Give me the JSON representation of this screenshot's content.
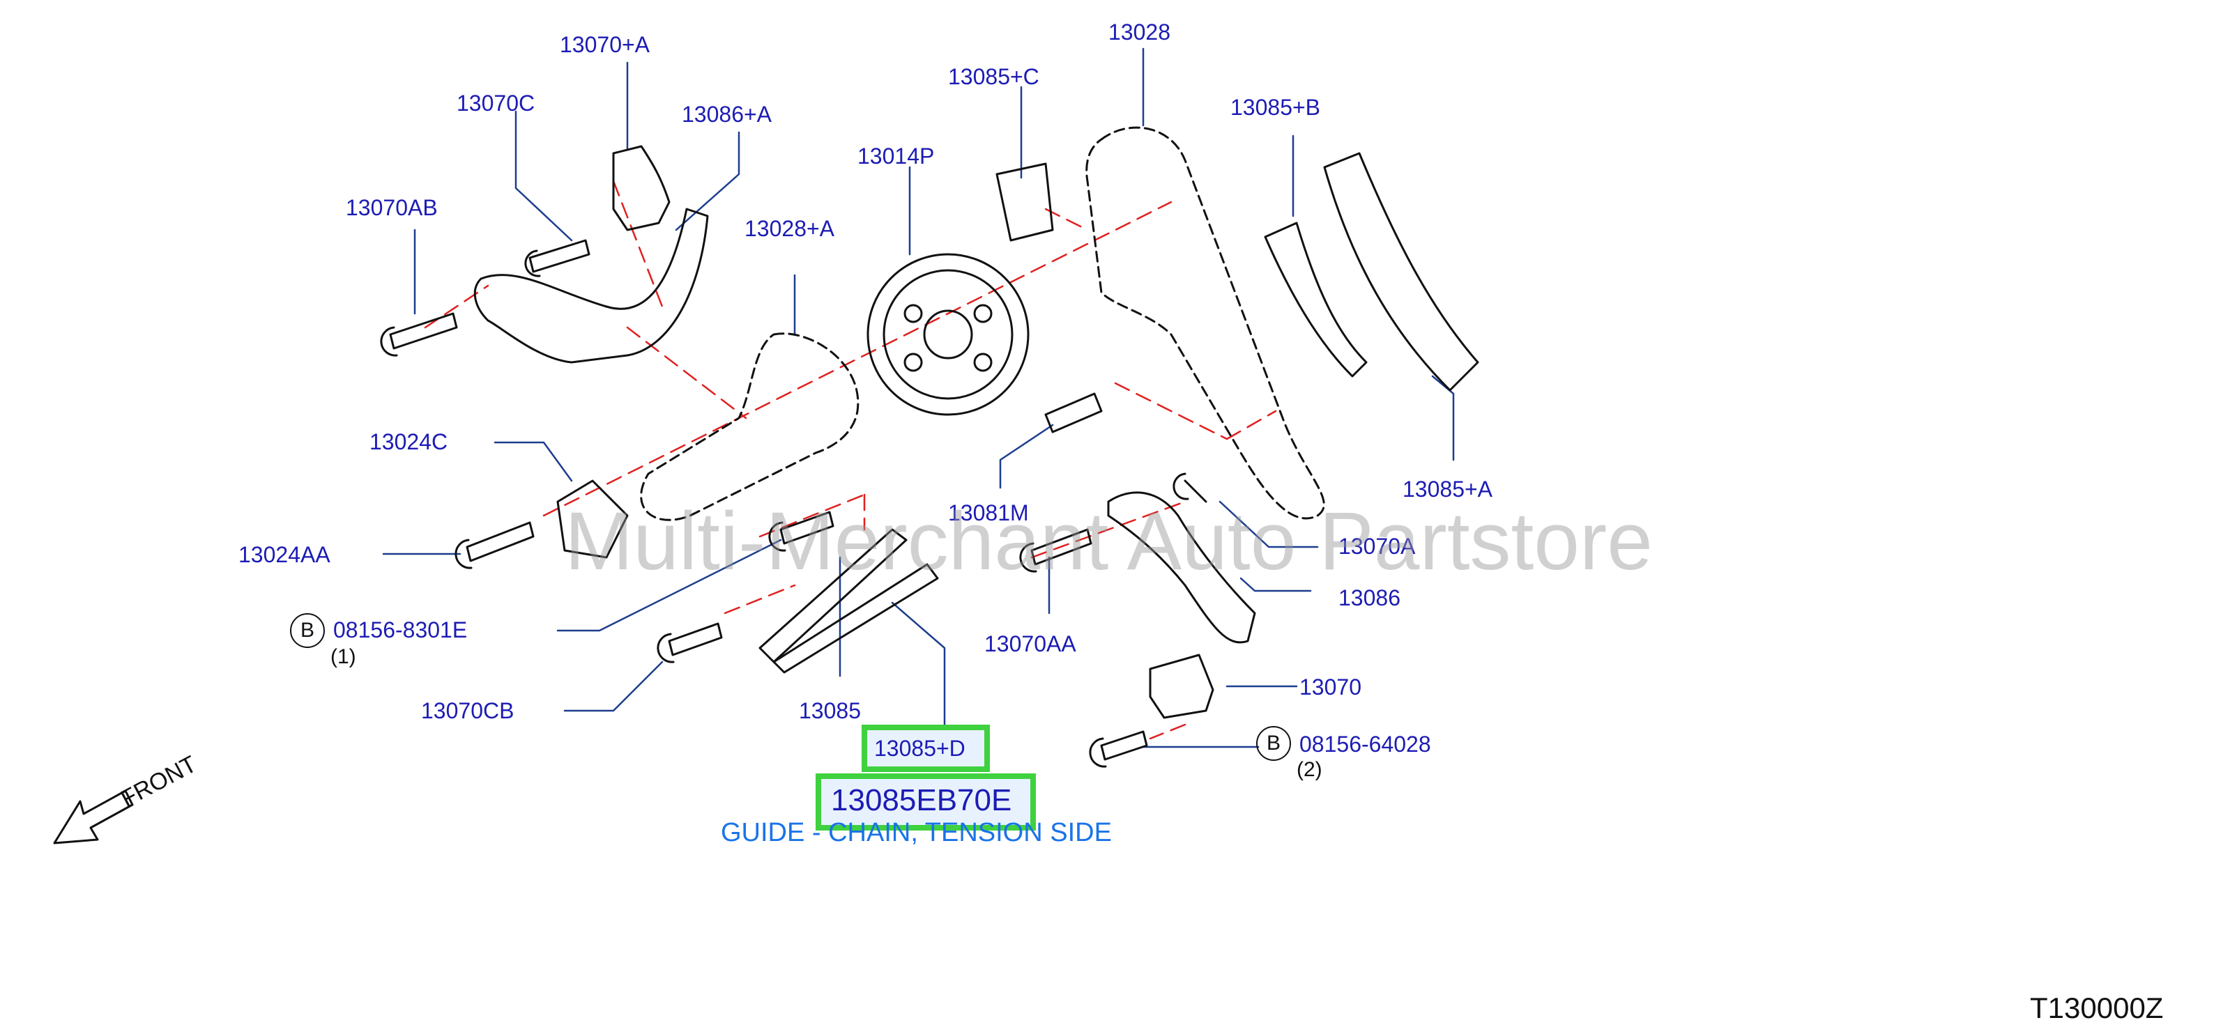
{
  "labels": {
    "p13070A_plus": "13070+A",
    "p13070C": "13070C",
    "p13086A_plus": "13086+A",
    "p13070AB": "13070AB",
    "p13085C_plus": "13085+C",
    "p13028": "13028",
    "p13085B_plus": "13085+B",
    "p13014P": "13014P",
    "p13028A_plus": "13028+A",
    "p13024C": "13024C",
    "p13024AA": "13024AA",
    "p08156_8301E": "08156-8301E",
    "q1": "(1)",
    "p13070CB": "13070CB",
    "p13085": "13085",
    "p13081M": "13081M",
    "p13070AA": "13070AA",
    "p13070A": "13070A",
    "p13086": "13086",
    "p13070": "13070",
    "p08156_64028": "08156-64028",
    "q2": "(2)",
    "p13085A_plus": "13085+A",
    "p13085D_plus": "13085+D"
  },
  "bolt_marker_letter": "B",
  "highlight": {
    "part_number": "13085EB70E",
    "description": "GUIDE - CHAIN, TENSION SIDE"
  },
  "direction_label": "FRONT",
  "diagram_code": "T130000Z",
  "watermark": "Multi-Merchant Auto Partstore",
  "colors": {
    "label": "#1c1cb4",
    "highlight_border": "#3fd13f",
    "description": "#1a73e8",
    "leader": "#1c3d8f",
    "centerline": "#e02020"
  }
}
